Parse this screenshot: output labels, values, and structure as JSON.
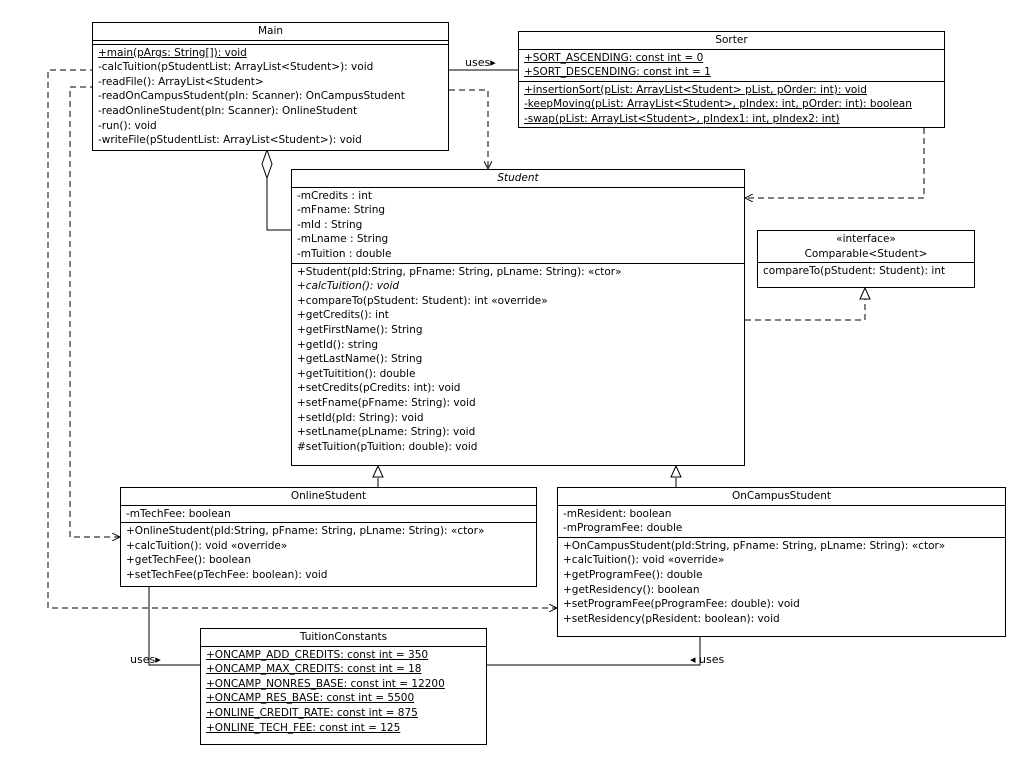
{
  "classes": {
    "main": {
      "name": "Main",
      "attributes": [],
      "operations": [
        "+main(pArgs: String[]): void",
        "-calcTuition(pStudentList: ArrayList<Student>): void",
        "-readFile(): ArrayList<Student>",
        "-readOnCampusStudent(pIn: Scanner): OnCampusStudent",
        "-readOnlineStudent(pIn: Scanner): OnlineStudent",
        "-run(): void",
        "-writeFile(pStudentList: ArrayList<Student>): void"
      ]
    },
    "sorter": {
      "name": "Sorter",
      "attributes": [
        "+SORT_ASCENDING: const int = 0",
        "+SORT_DESCENDING: const int = 1"
      ],
      "operations": [
        "+insertionSort(pList: ArrayList<Student> pList, pOrder: int): void",
        "-keepMoving(pList: ArrayList<Student>, pIndex: int, pOrder: int): boolean",
        "-swap(pList: ArrayList<Student>, pIndex1: int, pIndex2: int)"
      ]
    },
    "student": {
      "name": "Student",
      "attributes": [
        "-mCredits : int",
        "-mFname: String",
        "-mId : String",
        "-mLname : String",
        "-mTuition : double"
      ],
      "operations": [
        "+Student(pId:String, pFname: String, pLname: String): «ctor»",
        "+calcTuition(): void",
        "+compareTo(pStudent: Student): int «override»",
        "+getCredits(): int",
        "+getFirstName(): String",
        "+getId(): string",
        "+getLastName(): String",
        "+getTuitition(): double",
        "+setCredits(pCredits: int): void",
        "+setFname(pFname: String): void",
        "+setId(pId: String): void",
        "+setLname(pLname: String): void",
        "#setTuition(pTuition: double): void"
      ]
    },
    "comparable": {
      "stereotype": "«interface»",
      "name": "Comparable<Student>",
      "operations": [
        "compareTo(pStudent: Student): int"
      ]
    },
    "online": {
      "name": "OnlineStudent",
      "attributes": [
        "-mTechFee: boolean"
      ],
      "operations": [
        "+OnlineStudent(pId:String, pFname: String, pLname: String): «ctor»",
        "+calcTuition(): void «override»",
        "+getTechFee(): boolean",
        "+setTechFee(pTechFee: boolean): void"
      ]
    },
    "oncampus": {
      "name": "OnCampusStudent",
      "attributes": [
        "-mResident: boolean",
        "-mProgramFee: double"
      ],
      "operations": [
        "+OnCampusStudent(pId:String, pFname: String, pLname: String): «ctor»",
        "+calcTuition(): void «override»",
        "+getProgramFee(): double",
        "+getResidency(): boolean",
        "+setProgramFee(pProgramFee: double): void",
        "+setResidency(pResident: boolean): void"
      ]
    },
    "tuition": {
      "name": "TuitionConstants",
      "attributes": [
        "+ONCAMP_ADD_CREDITS: const int = 350",
        "+ONCAMP_MAX_CREDITS: const int = 18",
        "+ONCAMP_NONRES_BASE: const int = 12200",
        "+ONCAMP_RES_BASE: const int = 5500",
        "+ONLINE_CREDIT_RATE: const int = 875",
        "+ONLINE_TECH_FEE: const int = 125"
      ]
    }
  },
  "labels": {
    "uses_sorter": "uses▸",
    "uses_online": "uses▸",
    "uses_oncampus": "◂ uses"
  },
  "colors": {
    "line": "#000000",
    "background": "#ffffff"
  }
}
